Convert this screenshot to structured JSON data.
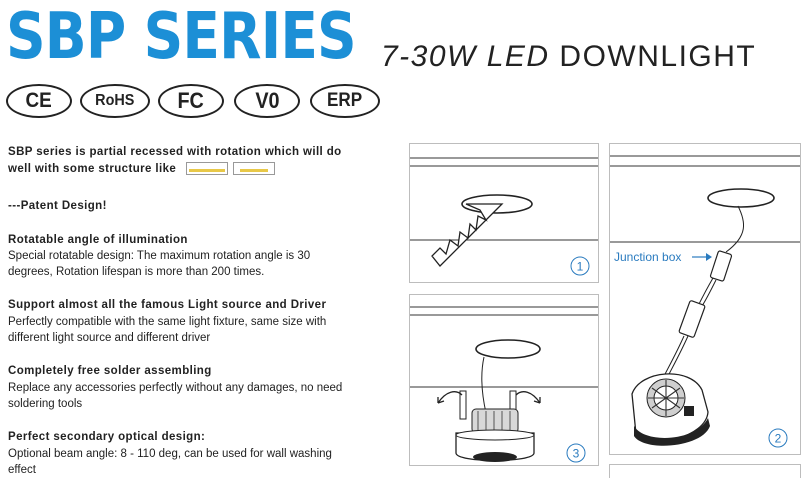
{
  "header": {
    "title": "SBP SERIES",
    "subtitle_range": "7-30W",
    "subtitle_led": "LED",
    "subtitle_rest": "DOWNLIGHT"
  },
  "certifications": [
    "CE",
    "RoHS",
    "FC",
    "V0",
    "ERP"
  ],
  "intro": {
    "line1": "SBP series is partial recessed with rotation which will do",
    "line2": "well with some structure like"
  },
  "patent": "---Patent Design!",
  "features": [
    {
      "title": "Rotatable angle of illumination",
      "line1": "Special rotatable design: The maximum rotation angle is 30",
      "line2": "degrees, Rotation lifespan is more than 200 times."
    },
    {
      "title": "Support almost all the famous Light source and Driver",
      "line1": "Perfectly compatible with the same light fixture, same size with",
      "line2": "different light source and different driver"
    },
    {
      "title": "Completely free solder assembling",
      "line1": "Replace any accessories perfectly without any damages, no need",
      "line2": "soldering tools"
    },
    {
      "title": "Perfect secondary optical design:",
      "line1": "Optional beam angle: 8 - 110 deg, can be used for wall washing",
      "line2": "effect"
    }
  ],
  "diagrams": {
    "step1": "1",
    "step2": "2",
    "step3": "3",
    "junction_label": "Junction box"
  },
  "colors": {
    "title_blue": "#1c8fd6",
    "callout_blue": "#2a7bbf"
  }
}
